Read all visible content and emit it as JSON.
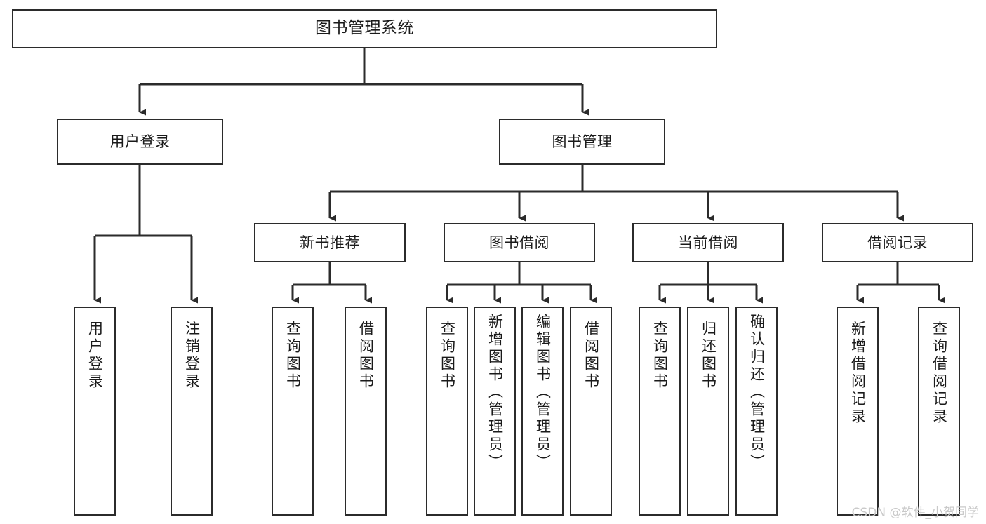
{
  "diagram": {
    "title": "图书管理系统",
    "type": "tree",
    "watermark": "CSDN @软件_小贺同学",
    "colors": {
      "border": "#2b2b2b",
      "background": "#ffffff",
      "text": "#1a1a1a",
      "connector": "#2b2b2b",
      "watermark": "#c9c9c9"
    },
    "nodes": {
      "root": {
        "label": "图书管理系统"
      },
      "level1": [
        {
          "label": "用户登录"
        },
        {
          "label": "图书管理"
        }
      ],
      "level2": [
        {
          "label": "新书推荐"
        },
        {
          "label": "图书借阅"
        },
        {
          "label": "当前借阅"
        },
        {
          "label": "借阅记录"
        }
      ],
      "leaves": {
        "user_login": [
          {
            "label": "用户登录"
          },
          {
            "label": "注销登录"
          }
        ],
        "new_books": [
          {
            "label": "查询图书"
          },
          {
            "label": "借阅图书"
          }
        ],
        "book_borrow": [
          {
            "label": "查询图书"
          },
          {
            "label": "新增图书（管理员）"
          },
          {
            "label": "编辑图书（管理员）"
          },
          {
            "label": "借阅图书"
          }
        ],
        "current_borrow": [
          {
            "label": "查询图书"
          },
          {
            "label": "归还图书"
          },
          {
            "label": "确认归还（管理员）"
          }
        ],
        "borrow_records": [
          {
            "label": "新增借阅记录"
          },
          {
            "label": "查询借阅记录"
          }
        ]
      }
    }
  }
}
